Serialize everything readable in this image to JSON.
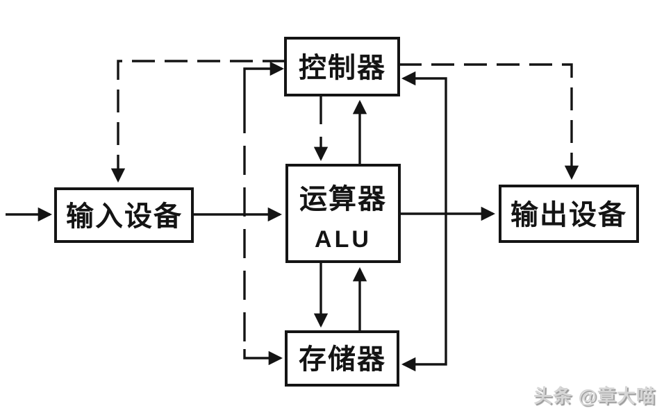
{
  "diagram": {
    "nodes": {
      "controller": {
        "label": "控制器"
      },
      "alu": {
        "line1": "运算器",
        "line2": "ALU"
      },
      "input": {
        "label": "输入设备"
      },
      "output": {
        "label": "输出设备"
      },
      "memory": {
        "label": "存储器"
      }
    },
    "edges": [
      {
        "from": "external-left",
        "to": "input",
        "style": "solid",
        "arrow": "into-input-left"
      },
      {
        "from": "input",
        "to": "alu",
        "style": "solid",
        "arrow": "into-alu-left"
      },
      {
        "from": "alu",
        "to": "output",
        "style": "solid",
        "arrow": "into-output-left"
      },
      {
        "from": "controller",
        "to": "input",
        "style": "dashed",
        "arrow": "into-input-top"
      },
      {
        "from": "controller",
        "to": "output",
        "style": "dashed",
        "arrow": "into-output-top"
      },
      {
        "from": "controller",
        "to": "alu",
        "style": "dashed",
        "arrow": "into-alu-top"
      },
      {
        "from": "alu",
        "to": "controller",
        "style": "solid",
        "arrow": "into-controller-bottom"
      },
      {
        "from": "alu",
        "to": "memory",
        "style": "solid",
        "arrow": "into-memory-top"
      },
      {
        "from": "memory",
        "to": "alu",
        "style": "solid",
        "arrow": "into-alu-bottom"
      },
      {
        "from": "controller",
        "to": "memory",
        "style": "dashed",
        "bidirectional": true,
        "side": "left"
      },
      {
        "from": "controller",
        "to": "memory",
        "style": "solid",
        "bidirectional": true,
        "side": "right"
      }
    ],
    "colors": {
      "line": "#141414",
      "box_border": "#141414",
      "box_fill": "#ffffff",
      "background": "#ffffff",
      "watermark": "#d6d6d6"
    }
  },
  "watermark": {
    "text": "头条 @章大喵"
  }
}
